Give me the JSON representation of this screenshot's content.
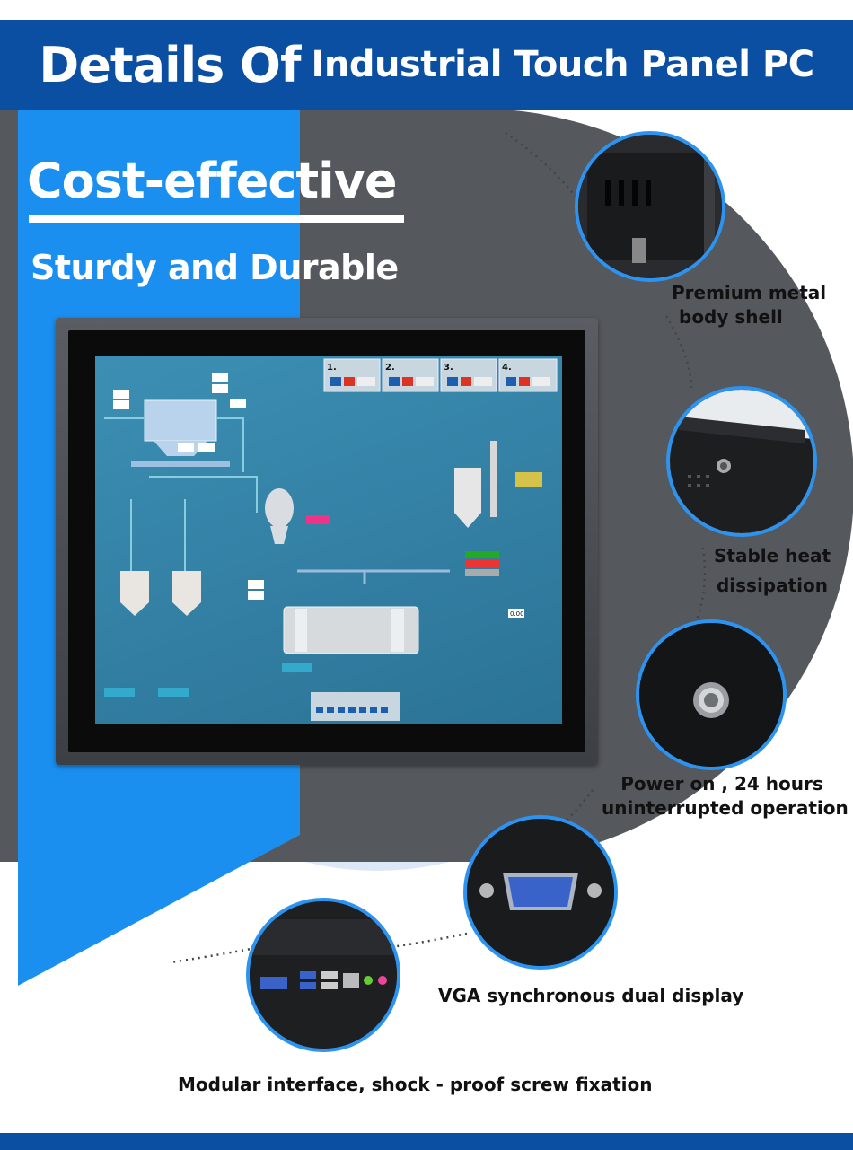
{
  "header": {
    "title_big": "Details Of",
    "title_small": "Industrial Touch Panel PC"
  },
  "hero": {
    "headline": "Cost-effective",
    "subline": "Sturdy and Durable"
  },
  "features": [
    {
      "line1": "Premium metal",
      "line2": "body shell"
    },
    {
      "line1": "Stable heat",
      "line2": "dissipation"
    },
    {
      "line1": "Power on , 24 hours",
      "line2": "uninterrupted operation"
    },
    {
      "line1": "VGA synchronous dual display"
    },
    {
      "line1": "Modular interface, shock - proof screw fixation"
    }
  ],
  "screen_hmi": {
    "panels": [
      "1.",
      "2.",
      "3.",
      "4."
    ],
    "readout": "0.00"
  },
  "colors": {
    "brand_blue": "#0b4fa3",
    "accent_blue": "#1b8ff0",
    "dark_gray": "#55585d",
    "ring_blue": "#2d93f0"
  }
}
